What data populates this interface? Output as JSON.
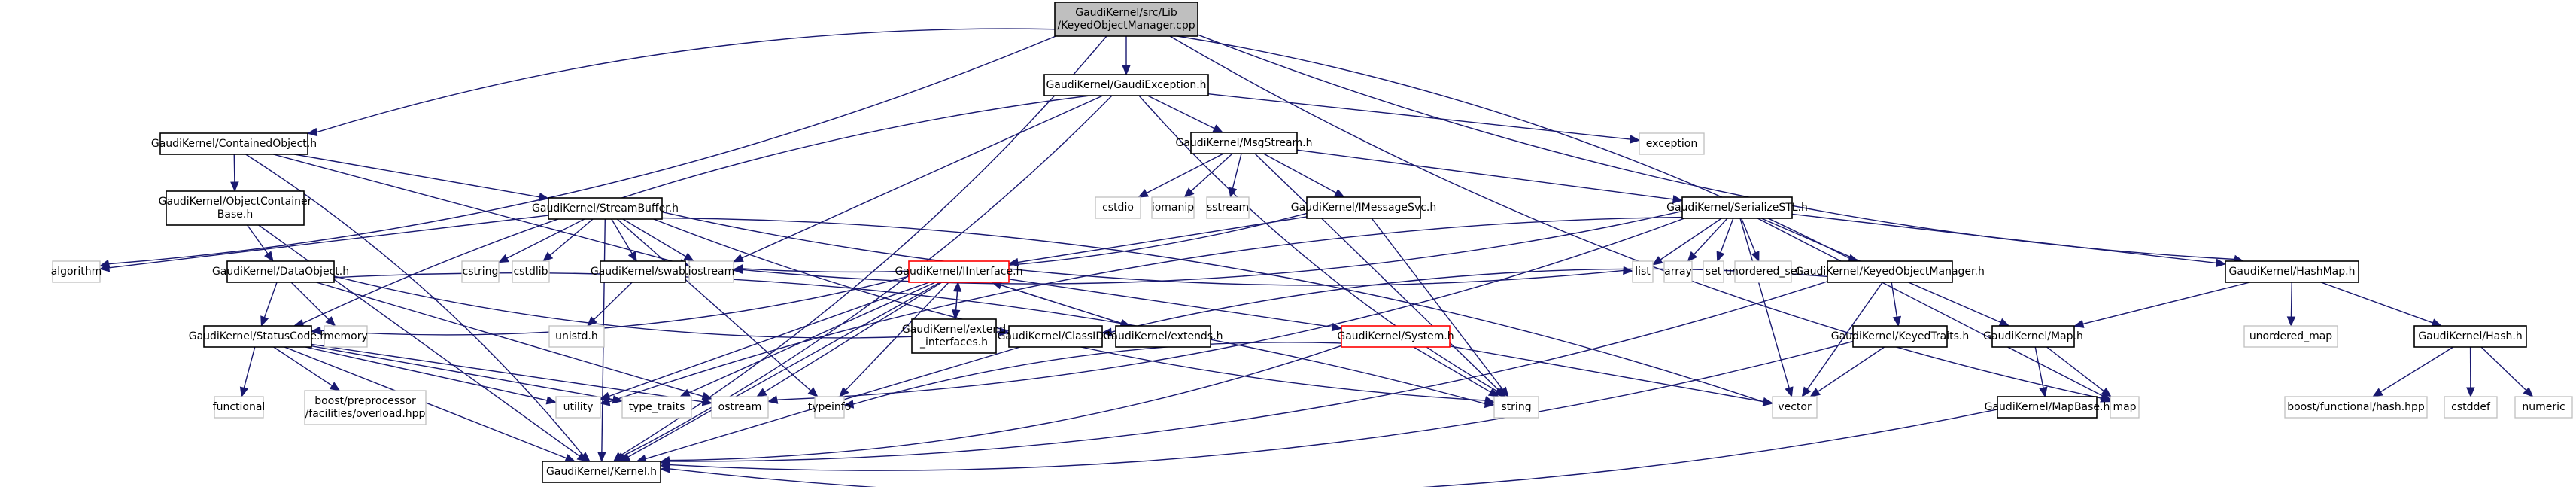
{
  "diagram": {
    "type": "include-dependency-graph",
    "root": "KeyedObjectManager.cpp",
    "nodes": [
      {
        "id": "cpp",
        "lines": [
          "GaudiKernel/src/Lib",
          "/KeyedObjectManager.cpp"
        ],
        "kind": "root"
      },
      {
        "id": "GaudiException",
        "lines": [
          "GaudiKernel/GaudiException.h"
        ],
        "kind": "header"
      },
      {
        "id": "ContainedObject",
        "lines": [
          "GaudiKernel/ContainedObject.h"
        ],
        "kind": "header"
      },
      {
        "id": "MsgStream",
        "lines": [
          "GaudiKernel/MsgStream.h"
        ],
        "kind": "header"
      },
      {
        "id": "exception",
        "lines": [
          "exception"
        ],
        "kind": "system"
      },
      {
        "id": "ObjectContainerBase",
        "lines": [
          "GaudiKernel/ObjectContainer",
          "Base.h"
        ],
        "kind": "header"
      },
      {
        "id": "StreamBuffer",
        "lines": [
          "GaudiKernel/StreamBuffer.h"
        ],
        "kind": "header"
      },
      {
        "id": "cstdio",
        "lines": [
          "cstdio"
        ],
        "kind": "system"
      },
      {
        "id": "iomanip",
        "lines": [
          "iomanip"
        ],
        "kind": "system"
      },
      {
        "id": "sstream",
        "lines": [
          "sstream"
        ],
        "kind": "system"
      },
      {
        "id": "IMessageSvc",
        "lines": [
          "GaudiKernel/IMessageSvc.h"
        ],
        "kind": "header"
      },
      {
        "id": "SerializeSTL",
        "lines": [
          "GaudiKernel/SerializeSTL.h"
        ],
        "kind": "header"
      },
      {
        "id": "algorithm",
        "lines": [
          "algorithm"
        ],
        "kind": "system"
      },
      {
        "id": "DataObject",
        "lines": [
          "GaudiKernel/DataObject.h"
        ],
        "kind": "header"
      },
      {
        "id": "cstring",
        "lines": [
          "cstring"
        ],
        "kind": "system"
      },
      {
        "id": "cstdlib",
        "lines": [
          "cstdlib"
        ],
        "kind": "system"
      },
      {
        "id": "swab",
        "lines": [
          "GaudiKernel/swab.h"
        ],
        "kind": "header"
      },
      {
        "id": "iostream",
        "lines": [
          "iostream"
        ],
        "kind": "system"
      },
      {
        "id": "IInterface",
        "lines": [
          "GaudiKernel/IInterface.h"
        ],
        "kind": "truncated"
      },
      {
        "id": "list",
        "lines": [
          "list"
        ],
        "kind": "system"
      },
      {
        "id": "array",
        "lines": [
          "array"
        ],
        "kind": "system"
      },
      {
        "id": "set",
        "lines": [
          "set"
        ],
        "kind": "system"
      },
      {
        "id": "unordered_set",
        "lines": [
          "unordered_set"
        ],
        "kind": "system"
      },
      {
        "id": "KeyedObjectManagerH",
        "lines": [
          "GaudiKernel/KeyedObjectManager.h"
        ],
        "kind": "header"
      },
      {
        "id": "HashMap",
        "lines": [
          "GaudiKernel/HashMap.h"
        ],
        "kind": "header"
      },
      {
        "id": "StatusCode",
        "lines": [
          "GaudiKernel/StatusCode.h"
        ],
        "kind": "header"
      },
      {
        "id": "memory",
        "lines": [
          "memory"
        ],
        "kind": "system"
      },
      {
        "id": "unistd",
        "lines": [
          "unistd.h"
        ],
        "kind": "system"
      },
      {
        "id": "extend_interfaces",
        "lines": [
          "GaudiKernel/extend",
          "_interfaces.h"
        ],
        "kind": "header"
      },
      {
        "id": "ClassID",
        "lines": [
          "GaudiKernel/ClassID.h"
        ],
        "kind": "header"
      },
      {
        "id": "extends",
        "lines": [
          "GaudiKernel/extends.h"
        ],
        "kind": "header"
      },
      {
        "id": "System",
        "lines": [
          "GaudiKernel/System.h"
        ],
        "kind": "truncated"
      },
      {
        "id": "KeyedTraits",
        "lines": [
          "GaudiKernel/KeyedTraits.h"
        ],
        "kind": "header"
      },
      {
        "id": "Map",
        "lines": [
          "GaudiKernel/Map.h"
        ],
        "kind": "header"
      },
      {
        "id": "unordered_map",
        "lines": [
          "unordered_map"
        ],
        "kind": "system"
      },
      {
        "id": "Hash",
        "lines": [
          "GaudiKernel/Hash.h"
        ],
        "kind": "header"
      },
      {
        "id": "functional",
        "lines": [
          "functional"
        ],
        "kind": "system"
      },
      {
        "id": "boost_overload",
        "lines": [
          "boost/preprocessor",
          "/facilities/overload.hpp"
        ],
        "kind": "system"
      },
      {
        "id": "utility",
        "lines": [
          "utility"
        ],
        "kind": "system"
      },
      {
        "id": "type_traits",
        "lines": [
          "type_traits"
        ],
        "kind": "system"
      },
      {
        "id": "ostream",
        "lines": [
          "ostream"
        ],
        "kind": "system"
      },
      {
        "id": "typeinfo",
        "lines": [
          "typeinfo"
        ],
        "kind": "system"
      },
      {
        "id": "string",
        "lines": [
          "string"
        ],
        "kind": "system"
      },
      {
        "id": "vector",
        "lines": [
          "vector"
        ],
        "kind": "system"
      },
      {
        "id": "MapBase",
        "lines": [
          "GaudiKernel/MapBase.h"
        ],
        "kind": "header"
      },
      {
        "id": "map",
        "lines": [
          "map"
        ],
        "kind": "system"
      },
      {
        "id": "boost_hash",
        "lines": [
          "boost/functional/hash.hpp"
        ],
        "kind": "system"
      },
      {
        "id": "cstddef",
        "lines": [
          "cstddef"
        ],
        "kind": "system"
      },
      {
        "id": "numeric",
        "lines": [
          "numeric"
        ],
        "kind": "system"
      },
      {
        "id": "Kernel",
        "lines": [
          "GaudiKernel/Kernel.h"
        ],
        "kind": "header"
      }
    ],
    "edges": [
      [
        "cpp",
        "GaudiException"
      ],
      [
        "cpp",
        "ContainedObject"
      ],
      [
        "cpp",
        "KeyedObjectManagerH"
      ],
      [
        "cpp",
        "HashMap"
      ],
      [
        "cpp",
        "algorithm"
      ],
      [
        "cpp",
        "map"
      ],
      [
        "cpp",
        "Kernel"
      ],
      [
        "GaudiException",
        "MsgStream"
      ],
      [
        "GaudiException",
        "exception"
      ],
      [
        "GaudiException",
        "StatusCode"
      ],
      [
        "GaudiException",
        "iostream"
      ],
      [
        "GaudiException",
        "string"
      ],
      [
        "GaudiException",
        "Kernel"
      ],
      [
        "ContainedObject",
        "ObjectContainerBase"
      ],
      [
        "ContainedObject",
        "StreamBuffer"
      ],
      [
        "ContainedObject",
        "iostream"
      ],
      [
        "ContainedObject",
        "Kernel"
      ],
      [
        "ObjectContainerBase",
        "DataObject"
      ],
      [
        "ObjectContainerBase",
        "Kernel"
      ],
      [
        "MsgStream",
        "cstdio"
      ],
      [
        "MsgStream",
        "iomanip"
      ],
      [
        "MsgStream",
        "sstream"
      ],
      [
        "MsgStream",
        "IMessageSvc"
      ],
      [
        "MsgStream",
        "SerializeSTL"
      ],
      [
        "MsgStream",
        "string"
      ],
      [
        "StreamBuffer",
        "cstring"
      ],
      [
        "StreamBuffer",
        "cstdlib"
      ],
      [
        "StreamBuffer",
        "swab"
      ],
      [
        "StreamBuffer",
        "iostream"
      ],
      [
        "StreamBuffer",
        "list"
      ],
      [
        "StreamBuffer",
        "vector"
      ],
      [
        "StreamBuffer",
        "string"
      ],
      [
        "StreamBuffer",
        "typeinfo"
      ],
      [
        "StreamBuffer",
        "algorithm"
      ],
      [
        "StreamBuffer",
        "Kernel"
      ],
      [
        "IMessageSvc",
        "IInterface"
      ],
      [
        "IMessageSvc",
        "iostream"
      ],
      [
        "IMessageSvc",
        "string"
      ],
      [
        "SerializeSTL",
        "list"
      ],
      [
        "SerializeSTL",
        "array"
      ],
      [
        "SerializeSTL",
        "set"
      ],
      [
        "SerializeSTL",
        "unordered_set"
      ],
      [
        "SerializeSTL",
        "iostream"
      ],
      [
        "SerializeSTL",
        "vector"
      ],
      [
        "SerializeSTL",
        "map"
      ],
      [
        "SerializeSTL",
        "HashMap"
      ],
      [
        "SerializeSTL",
        "Map"
      ],
      [
        "SerializeSTL",
        "utility"
      ],
      [
        "SerializeSTL",
        "ostream"
      ],
      [
        "DataObject",
        "StatusCode"
      ],
      [
        "DataObject",
        "memory"
      ],
      [
        "DataObject",
        "ClassID"
      ],
      [
        "DataObject",
        "string"
      ],
      [
        "DataObject",
        "ostream"
      ],
      [
        "swab",
        "unistd"
      ],
      [
        "IInterface",
        "extend_interfaces"
      ],
      [
        "IInterface",
        "extends"
      ],
      [
        "IInterface",
        "System"
      ],
      [
        "IInterface",
        "StatusCode"
      ],
      [
        "IInterface",
        "typeinfo"
      ],
      [
        "IInterface",
        "ostream"
      ],
      [
        "IInterface",
        "type_traits"
      ],
      [
        "IInterface",
        "utility"
      ],
      [
        "IInterface",
        "Kernel"
      ],
      [
        "extend_interfaces",
        "IInterface"
      ],
      [
        "extends",
        "IInterface"
      ],
      [
        "ClassID",
        "Kernel"
      ],
      [
        "System",
        "typeinfo"
      ],
      [
        "System",
        "string"
      ],
      [
        "System",
        "vector"
      ],
      [
        "System",
        "Kernel"
      ],
      [
        "StatusCode",
        "functional"
      ],
      [
        "StatusCode",
        "boost_overload"
      ],
      [
        "StatusCode",
        "utility"
      ],
      [
        "StatusCode",
        "type_traits"
      ],
      [
        "StatusCode",
        "ostream"
      ],
      [
        "StatusCode",
        "Kernel"
      ],
      [
        "KeyedObjectManagerH",
        "KeyedTraits"
      ],
      [
        "KeyedObjectManagerH",
        "vector"
      ],
      [
        "KeyedObjectManagerH",
        "ClassID"
      ],
      [
        "KeyedObjectManagerH",
        "Kernel"
      ],
      [
        "KeyedTraits",
        "vector"
      ],
      [
        "KeyedTraits",
        "Kernel"
      ],
      [
        "HashMap",
        "Map"
      ],
      [
        "HashMap",
        "unordered_map"
      ],
      [
        "HashMap",
        "Hash"
      ],
      [
        "Map",
        "MapBase"
      ],
      [
        "Map",
        "map"
      ],
      [
        "MapBase",
        "Kernel"
      ],
      [
        "Hash",
        "boost_hash"
      ],
      [
        "Hash",
        "cstddef"
      ],
      [
        "Hash",
        "numeric"
      ]
    ]
  },
  "colors": {
    "edge": "#191970",
    "root_fill": "#bfbfbf",
    "header_border": "#000000",
    "system_border": "#bfbfbf",
    "truncated_border": "#ff0000"
  }
}
